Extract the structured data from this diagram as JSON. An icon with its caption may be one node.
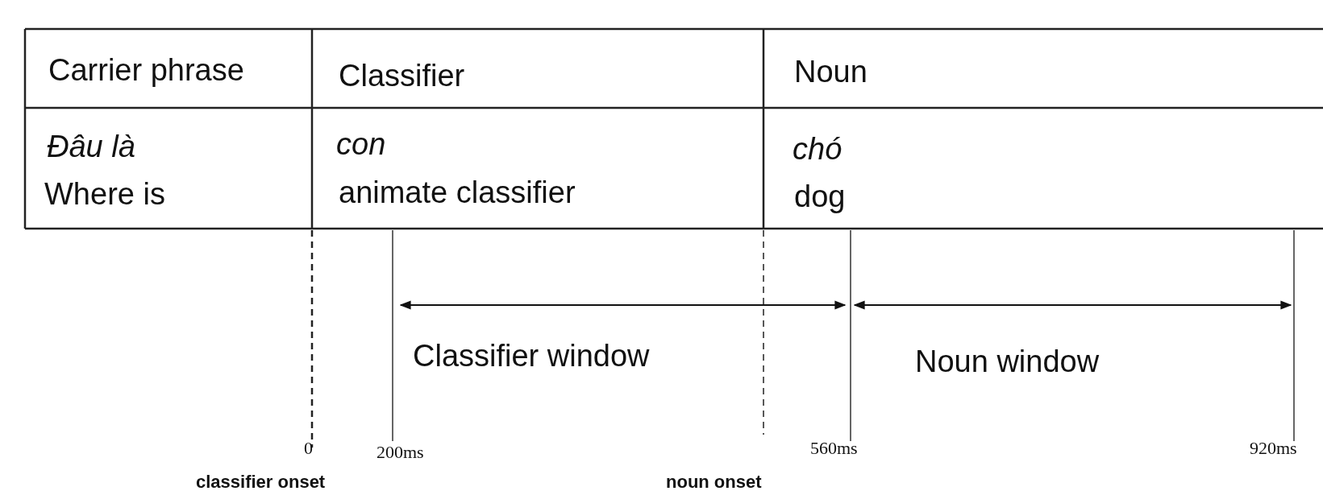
{
  "diagram": {
    "labels": [
      "Carrier phrase",
      "Classifier",
      "Noun",
      "Đâu là",
      "con",
      "chó",
      "Where is",
      "animate classifier",
      "dog",
      "Classifier window",
      "Noun window",
      "0",
      "200ms",
      "560ms",
      "920ms",
      "classifier onset",
      "noun onset"
    ]
  }
}
